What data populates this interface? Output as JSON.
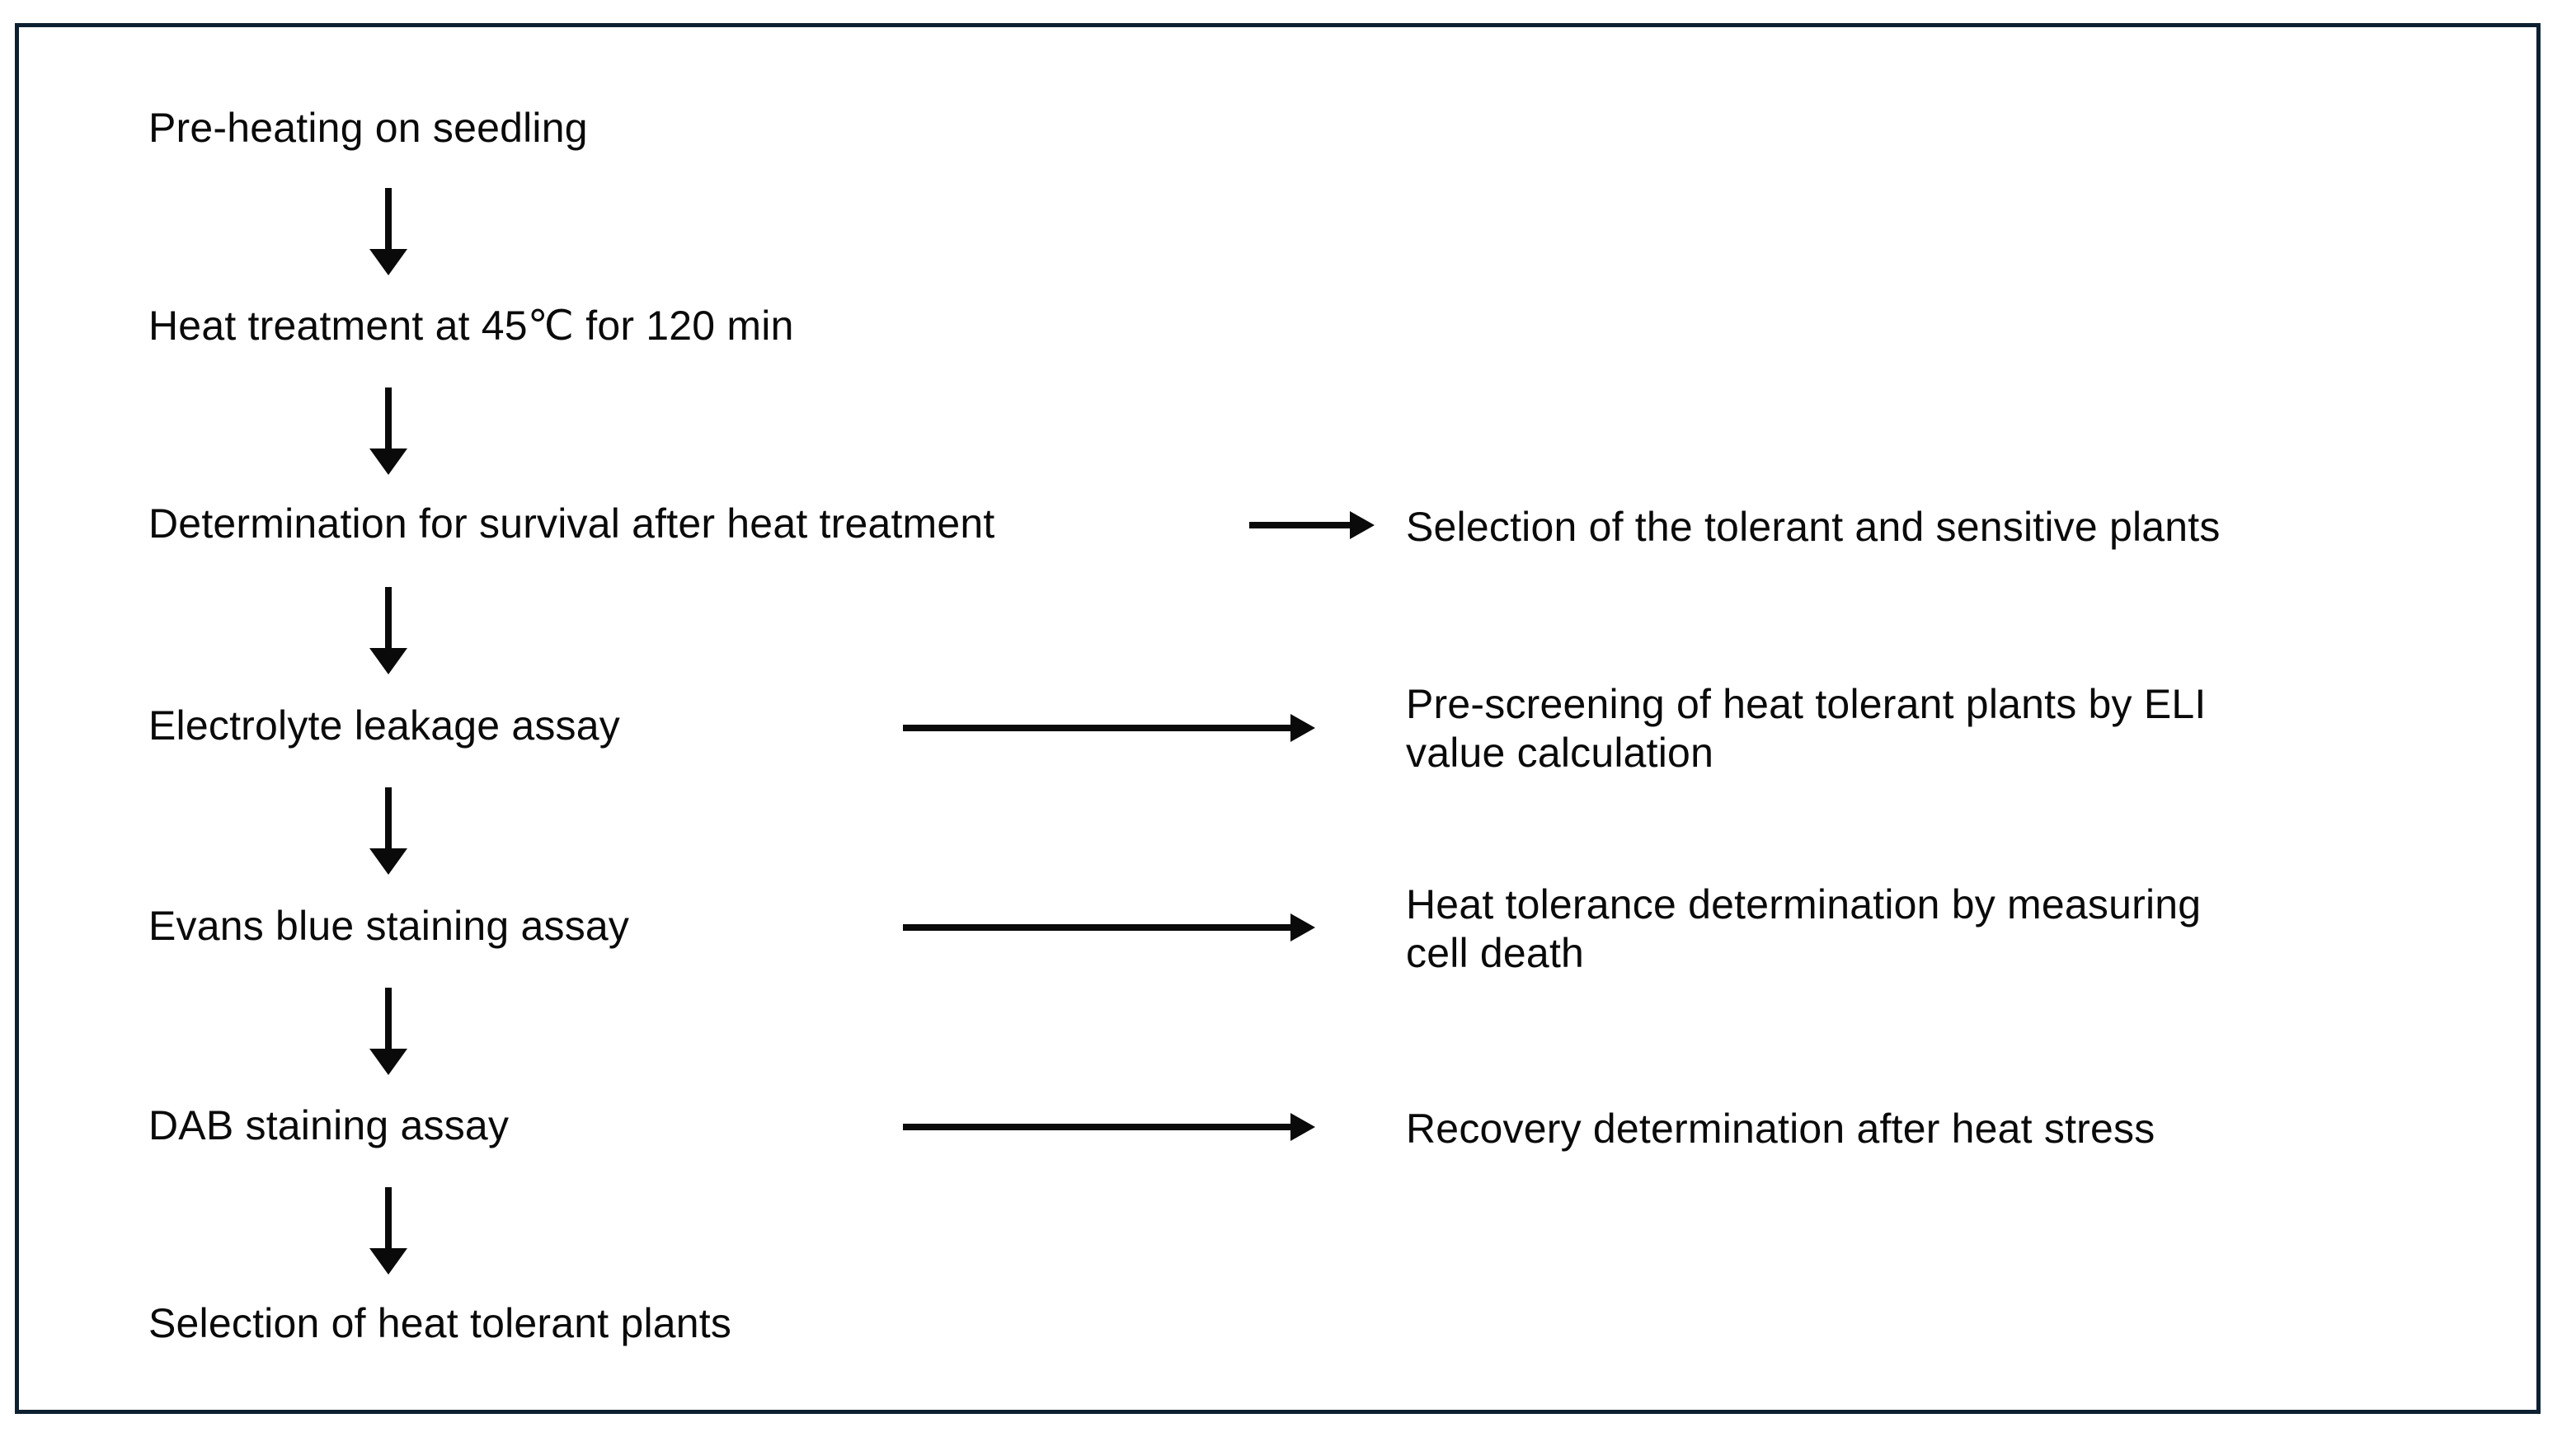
{
  "figure": {
    "type": "flowchart",
    "orientation": "vertical-with-side-branches",
    "border_color": "#0d2030",
    "text_color": "#0a0a0a",
    "background": "#ffffff"
  },
  "steps": [
    {
      "id": "pre-heating",
      "label": "Pre-heating on seedling"
    },
    {
      "id": "heat-treatment",
      "label": "Heat treatment at 45℃ for 120 min"
    },
    {
      "id": "survival",
      "label": "Determination for survival after heat treatment"
    },
    {
      "id": "electrolyte",
      "label": "Electrolyte leakage assay"
    },
    {
      "id": "evans-blue",
      "label": "Evans blue staining assay"
    },
    {
      "id": "dab",
      "label": "DAB staining assay"
    },
    {
      "id": "selection",
      "label": "Selection of heat tolerant plants"
    }
  ],
  "outcomes": [
    {
      "id": "outcome-survival",
      "from": "survival",
      "label": "Selection of the tolerant and sensitive plants"
    },
    {
      "id": "outcome-electrolyte",
      "from": "electrolyte",
      "label": "Pre-screening of heat tolerant plants by ELI\nvalue calculation"
    },
    {
      "id": "outcome-evans-blue",
      "from": "evans-blue",
      "label": "Heat tolerance determination by measuring\ncell death"
    },
    {
      "id": "outcome-dab",
      "from": "dab",
      "label": "Recovery determination after heat stress"
    }
  ],
  "connectors": {
    "down_arrow_count": 6,
    "right_arrow_count": 4,
    "arrow_color": "#0a0a0a"
  }
}
